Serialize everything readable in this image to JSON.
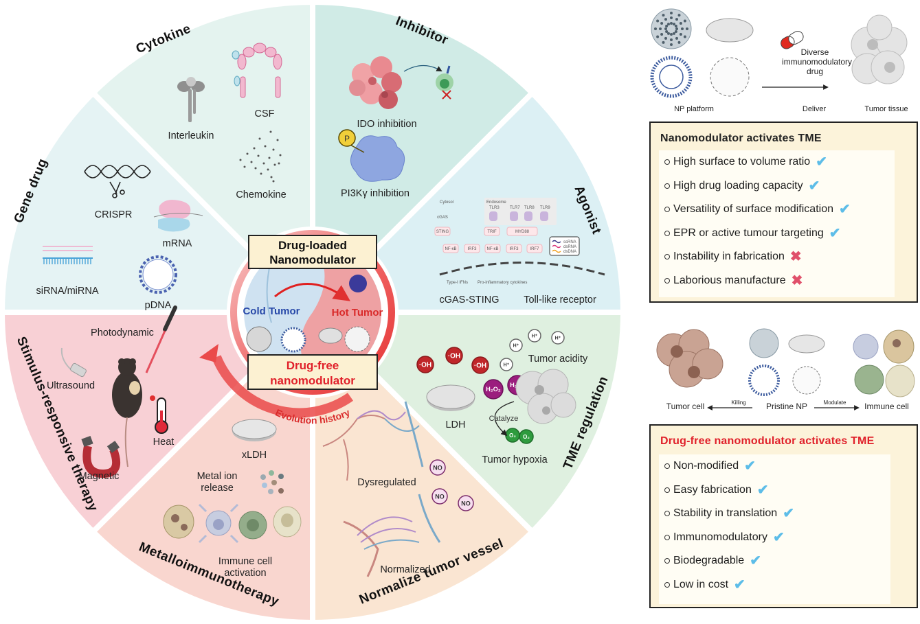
{
  "center": {
    "top_box": "Drug-loaded Nanomodulator",
    "top_box_lines": [
      "Drug-loaded",
      "Nanomodulator"
    ],
    "cold": "Cold Tumor",
    "hot": "Hot Tumor",
    "bottom_box_lines": [
      "Drug-free",
      "nanomodulator"
    ],
    "ring_label": "Evolution history"
  },
  "segments": [
    {
      "title": "Cytokine",
      "color": "#e4f3ef",
      "items": [
        "Interleukin",
        "CSF",
        "Chemokine"
      ]
    },
    {
      "title": "Inhibitor",
      "color": "#d0ebe6",
      "items": [
        "IDO inhibition",
        "PI3Kγ inhibition"
      ]
    },
    {
      "title": "Agonist",
      "color": "#dcf0f4",
      "items": [
        "cGAS-STING",
        "Toll-like receptor"
      ],
      "diagram": {
        "cytosol": "Cytosol",
        "endosome": "Endosome",
        "receptors": [
          "TLR3",
          "TLR7",
          "TLR8",
          "TLR9"
        ],
        "nodes": [
          "cGAS",
          "STING",
          "TRIF",
          "MYD88",
          "NF-κB",
          "IRF3",
          "NF-κB",
          "IRF3",
          "IRF7"
        ],
        "legend": [
          "ssRNA",
          "dsRNA",
          "dsDNA"
        ],
        "outputs": [
          "Type-I IFNs",
          "Pro-inflammatory cytokines"
        ]
      }
    },
    {
      "title": "TME regulation",
      "color": "#dff0e0",
      "items": [
        "Tumor acidity",
        "LDH",
        "Catalyze",
        "Tumor hypoxia"
      ],
      "species": {
        "hydroxyl": "·OH",
        "proton": "H⁺",
        "peroxide": "H₂O₂",
        "oxygen": "O₂"
      }
    },
    {
      "title": "Normalize tumor vessel",
      "color": "#fae5d2",
      "items": [
        "Dysregulated",
        "Normalized"
      ],
      "molecule": "NO"
    },
    {
      "title": "Metalloimmunotherapy",
      "color": "#f9d6cf",
      "items": [
        "xLDH",
        "Metal ion release",
        "Immune cell activation"
      ]
    },
    {
      "title": "Stimulus-responsive therapy",
      "color": "#f8d0d5",
      "items": [
        "Photodynamic",
        "Ultrasound",
        "Heat",
        "Magnetic"
      ]
    },
    {
      "title": "Gene drug",
      "color": "#e5f3f4",
      "items": [
        "CRISPR",
        "mRNA",
        "siRNA/miRNA",
        "pDNA"
      ]
    }
  ],
  "panel_top": {
    "captions": [
      "NP platform",
      "Deliver",
      "Tumor tissue"
    ],
    "drug_label_lines": [
      "Diverse",
      "immunomodulatory",
      "drug"
    ]
  },
  "box1": {
    "title": "Nanomodulator activates TME",
    "title_color": "#111111",
    "items": [
      {
        "text": "High surface to volume ratio",
        "mark": "check"
      },
      {
        "text": "High drug loading capacity",
        "mark": "check"
      },
      {
        "text": "Versatility of surface modification",
        "mark": "check"
      },
      {
        "text": "EPR or active tumour targeting",
        "mark": "check"
      },
      {
        "text": "Instability in fabrication",
        "mark": "cross"
      },
      {
        "text": "Laborious manufacture",
        "mark": "cross"
      }
    ]
  },
  "panel_mid": {
    "left": "Tumor cell",
    "left_arrow": "Killing",
    "center": "Pristine NP",
    "right_arrow": "Modulate",
    "right": "Immune cell"
  },
  "box2": {
    "title": "Drug-free nanomodulator activates TME",
    "title_color": "#e0202a",
    "items": [
      {
        "text": "Non-modified",
        "mark": "check"
      },
      {
        "text": "Easy fabrication",
        "mark": "check"
      },
      {
        "text": "Stability in translation",
        "mark": "check"
      },
      {
        "text": "Immunomodulatory",
        "mark": "check"
      },
      {
        "text": "Biodegradable",
        "mark": "check"
      },
      {
        "text": "Low in cost",
        "mark": "check"
      }
    ]
  },
  "marks": {
    "check": "✔",
    "cross": "✖"
  }
}
